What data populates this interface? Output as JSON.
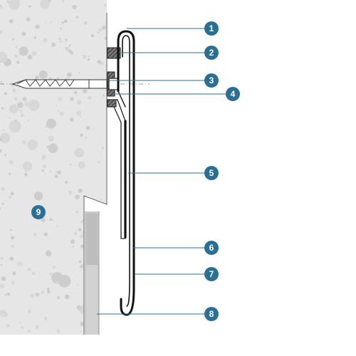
{
  "callouts": [
    {
      "id": "1",
      "label": "1"
    },
    {
      "id": "2",
      "label": "2"
    },
    {
      "id": "3",
      "label": "3"
    },
    {
      "id": "4",
      "label": "4"
    },
    {
      "id": "5",
      "label": "5"
    },
    {
      "id": "6",
      "label": "6"
    },
    {
      "id": "7",
      "label": "7"
    },
    {
      "id": "8",
      "label": "8"
    },
    {
      "id": "9",
      "label": "9"
    }
  ],
  "colors": {
    "callout_fill": "#2a6f95",
    "leader_line": "#2a6f95",
    "concrete": "#e6e6e6",
    "aggregate": "#c6c6c6",
    "cladding": "#c8c8c8",
    "profile": "#111111",
    "seal": "#555555"
  }
}
